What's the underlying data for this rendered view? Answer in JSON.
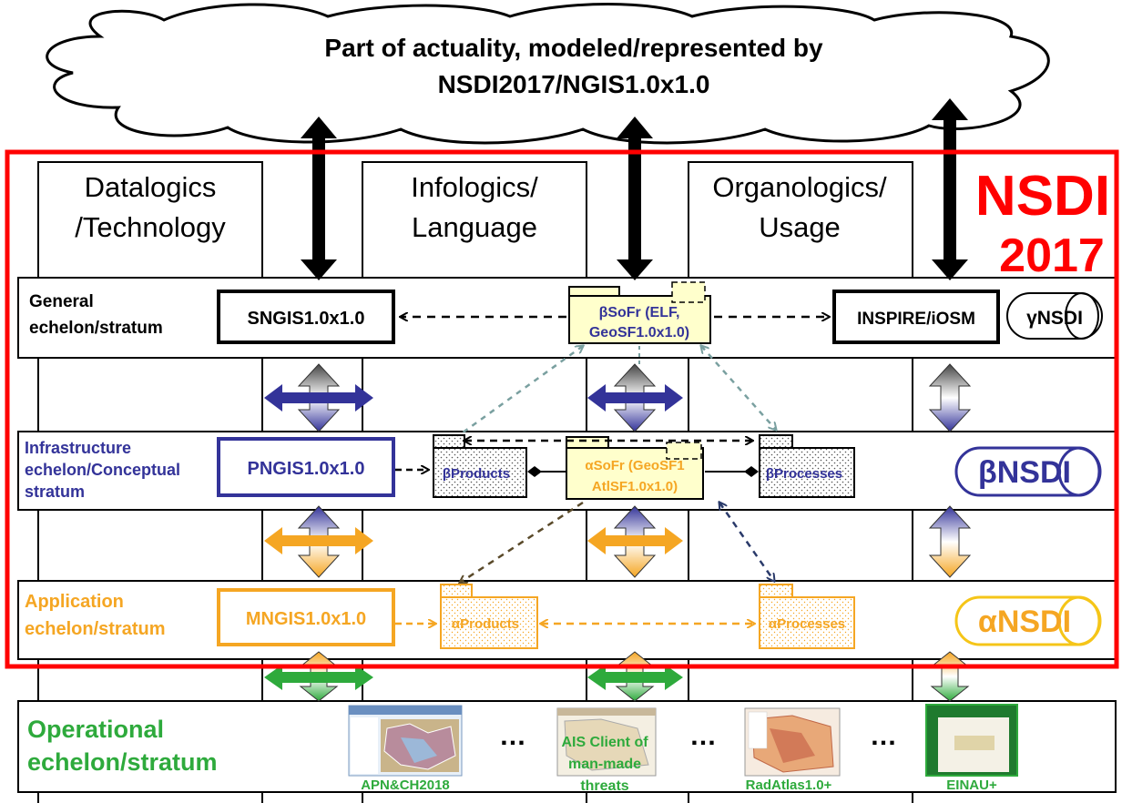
{
  "cloud": {
    "line1": "Part of actuality, modeled/represented by",
    "line2": "NSDI2017/NGIS1.0x1.0"
  },
  "nsdi_label": {
    "line1": "NSDI",
    "line2": "2017"
  },
  "columns": [
    {
      "line1": "Datalogics",
      "line2": "/Technology"
    },
    {
      "line1": "Infologics/",
      "line2": "Language"
    },
    {
      "line1": "Organologics/",
      "line2": "Usage"
    }
  ],
  "strata": {
    "general": {
      "label_line1": "General",
      "label_line2": "echelon/stratum",
      "ngis": "SNGIS1.0x1.0",
      "sofr_line1": "βSoFr (ELF,",
      "sofr_line2": "GeoSF1.0x1.0)",
      "inspire": "INSPIRE/iOSM",
      "badge": "γNSDI"
    },
    "infrastructure": {
      "label_line1": "Infrastructure",
      "label_line2": "echelon/Conceptual",
      "label_line3": "stratum",
      "ngis": "PNGIS1.0x1.0",
      "products": "βProducts",
      "sofr_line1": "αSoFr (GeoSF1",
      "sofr_line2": "AtlSF1.0x1.0)",
      "processes": "βProcesses",
      "badge": "βNSDI"
    },
    "application": {
      "label_line1": "Application",
      "label_line2": "echelon/stratum",
      "ngis": "MNGIS1.0x1.0",
      "products": "αProducts",
      "processes": "αProcesses",
      "badge": "αNSDI"
    },
    "operational": {
      "label_line1": "Operational",
      "label_line2": "echelon/stratum",
      "ellipsis": "…",
      "apps": [
        {
          "caption": "APN&CH2018"
        },
        {
          "caption_line1": "AIS Client of",
          "caption_line2": "man-made",
          "caption_line3": "threats"
        },
        {
          "caption": "RadAtlas1.0+"
        },
        {
          "caption": "EINAU+"
        }
      ]
    }
  },
  "colors": {
    "frame_red": "#ff0000",
    "infra_blue": "#333399",
    "app_orange": "#f5a623",
    "ops_green": "#2eaa3c",
    "folder_yellow": "#ffffcc"
  }
}
